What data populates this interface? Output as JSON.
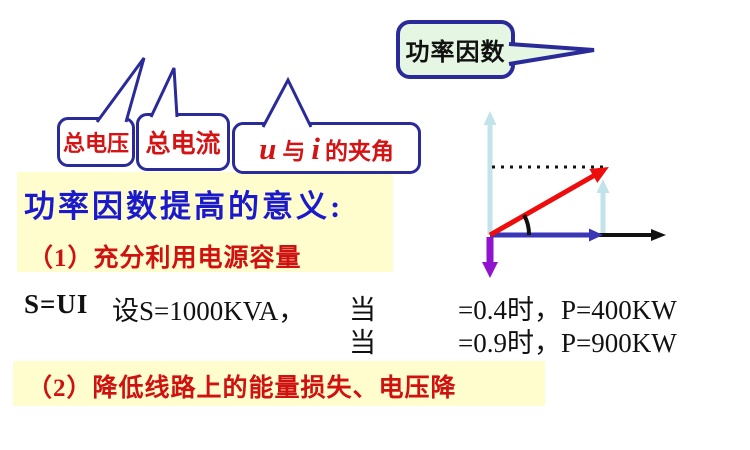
{
  "colors": {
    "background": "#ffffff",
    "strip_yellow": "#fffccd",
    "callout_border": "#2a2a99",
    "callout_green_bg": "#e5f6e2",
    "title_blue": "#1a1acc",
    "point_red": "#cf1110",
    "label_red": "#d41414",
    "arrow_red": "#ec0d0c",
    "arrow_blue": "#3a36b5",
    "arrow_cyan": "#c2e3ea",
    "arrow_purple": "#9013ce",
    "arrow_black": "#111111",
    "dotted_black": "#111111",
    "tail_white": "#ffffff"
  },
  "callouts": {
    "voltage": "总电压",
    "current": "总电流",
    "angle_u": "u",
    "angle_mid": "与",
    "angle_i": "i",
    "angle_tail": "的夹角",
    "power_factor": "功率因数"
  },
  "main": {
    "title": "功率因数提高的意义:",
    "point1": "（1）充分利用电源容量",
    "formula": "S=UI",
    "assumption": "设S=1000KVA，",
    "when1": "当",
    "case1": "=0.4时，P=400KW",
    "when2": "当",
    "case2": "=0.9时，P=900KW",
    "point2": "（2）降低线路上的能量损失、电压降"
  },
  "diagram": {
    "description": "phasor diagram: apparent power S (red) at angle above active power axis, reactive component (cyan), active component (blue), angle arc at origin"
  }
}
